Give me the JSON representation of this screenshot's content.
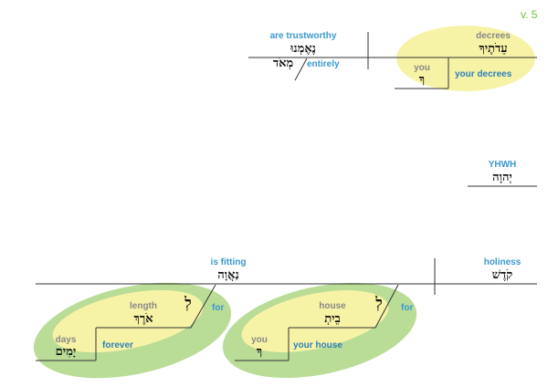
{
  "verse": "v. 5",
  "colors": {
    "english": "#3a98cf",
    "english_dark": "#2c7fb8",
    "gloss_gray": "#888888",
    "hebrew": "#111111",
    "highlight_yellow": "#f7f3a6",
    "highlight_green": "#b9dc96",
    "line": "#333333"
  },
  "clause1": {
    "verb_gloss": "are trustworthy",
    "verb_heb": "נֶאֶמְנוּ",
    "subject_gloss": "decrees",
    "subject_heb": "עֵדֹתֶיךָ",
    "adverb_heb": "מְאֹד",
    "adverb_gloss": "entirely",
    "possessor_gloss": "you",
    "possessor_heb": "ךָ",
    "phrase_gloss": "your decrees"
  },
  "vocative": {
    "gloss": "YHWH",
    "heb": "יְהוָה"
  },
  "clause2": {
    "verb_gloss": "is fitting",
    "verb_heb": "נַאֲוָה",
    "subject_gloss": "holiness",
    "subject_heb": "קֹדֶשׁ",
    "pp1": {
      "prep_heb": "לְ",
      "prep_gloss": "for",
      "object_gloss": "house",
      "object_heb": "בֵיתְ",
      "possessor_gloss": "you",
      "possessor_heb": "ךָ",
      "phrase_gloss": "your house"
    },
    "pp2": {
      "prep_heb": "לְ",
      "prep_gloss": "for",
      "object_gloss": "length",
      "object_heb": "אֹרֶךְ",
      "modifier_gloss": "days",
      "modifier_heb": "יָמִים",
      "phrase_gloss": "forever"
    }
  }
}
